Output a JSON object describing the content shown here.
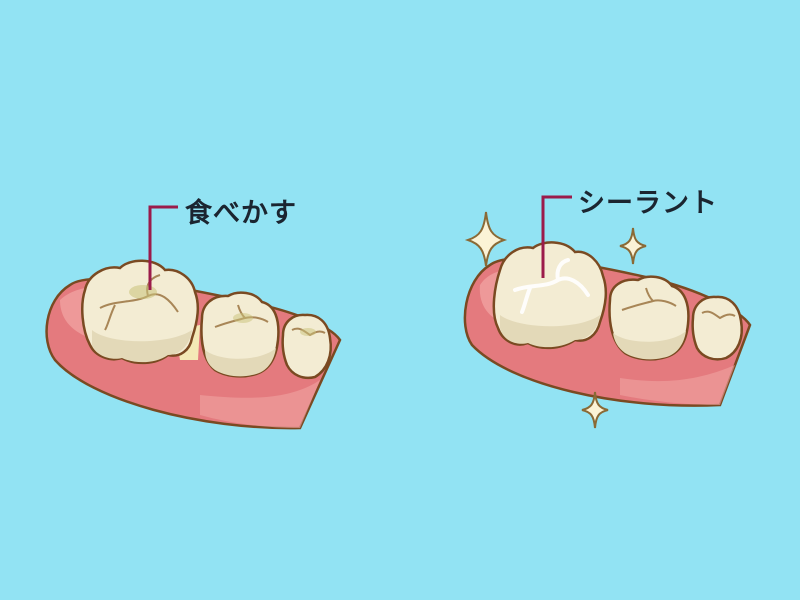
{
  "background_color": "#92e3f3",
  "panels": [
    {
      "id": "before",
      "label": "食べかす",
      "label_meaning": "food debris",
      "leader_color": "#9b1b4a",
      "sparkles": 0
    },
    {
      "id": "after",
      "label": "シーラント",
      "label_meaning": "sealant",
      "leader_color": "#9b1b4a",
      "sparkles": 3
    }
  ],
  "colors": {
    "gum": "#e47a7e",
    "gum_light": "#f2a7a5",
    "tooth": "#f3ecd3",
    "tooth_shadow": "#ddd3b2",
    "outline": "#7a4a22",
    "debris": "#c9c27a",
    "sealant": "#ffffff",
    "sparkle": "#fbf3d6"
  }
}
